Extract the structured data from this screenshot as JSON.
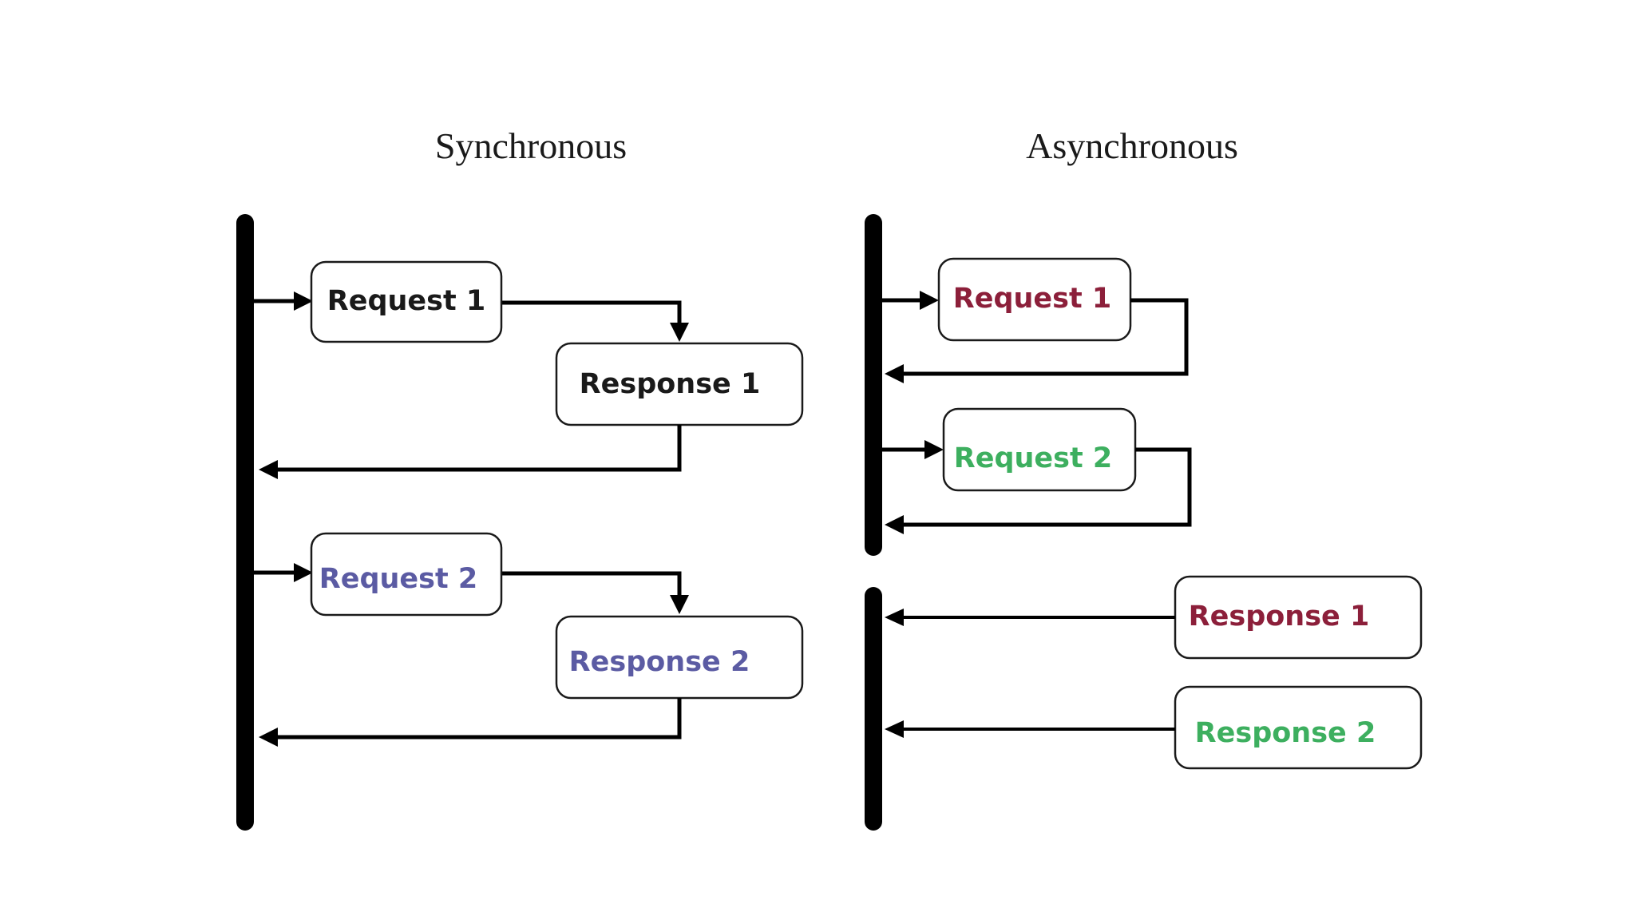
{
  "diagram": {
    "synchronous": {
      "title": "Synchronous",
      "request_1": "Request 1",
      "response_1": "Response 1",
      "request_2": "Request 2",
      "response_2": "Response 2"
    },
    "asynchronous": {
      "title": "Asynchronous",
      "request_1": "Request 1",
      "request_2": "Request 2",
      "response_1": "Response 1",
      "response_2": "Response 2"
    }
  },
  "colors": {
    "black_label": "#1a1a1a",
    "blue_label": "#5b5ba3",
    "crimson_label": "#8c1f3a",
    "green_label": "#3daf5f"
  }
}
